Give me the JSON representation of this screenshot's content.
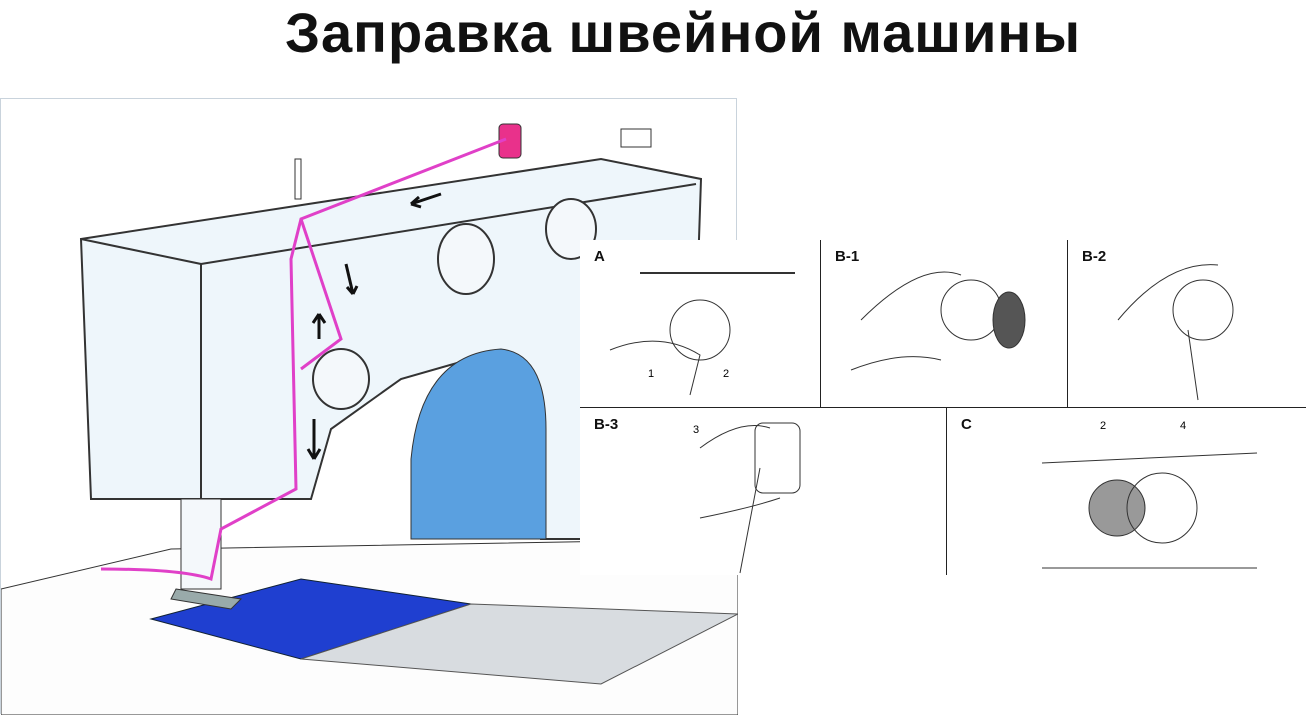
{
  "title": "Заправка швейной машины",
  "machine": {
    "thread_color": "#e040c8",
    "fabric_color": "#1f3fd0",
    "body_color": "#eef6fb"
  },
  "panels": [
    {
      "label": "A",
      "callouts": [
        "1",
        "2"
      ]
    },
    {
      "label": "B-1",
      "callouts": []
    },
    {
      "label": "B-2",
      "callouts": []
    },
    {
      "label": "B-3",
      "callouts": [
        "3"
      ]
    },
    {
      "label": "C",
      "callouts": [
        "2",
        "4"
      ]
    }
  ]
}
